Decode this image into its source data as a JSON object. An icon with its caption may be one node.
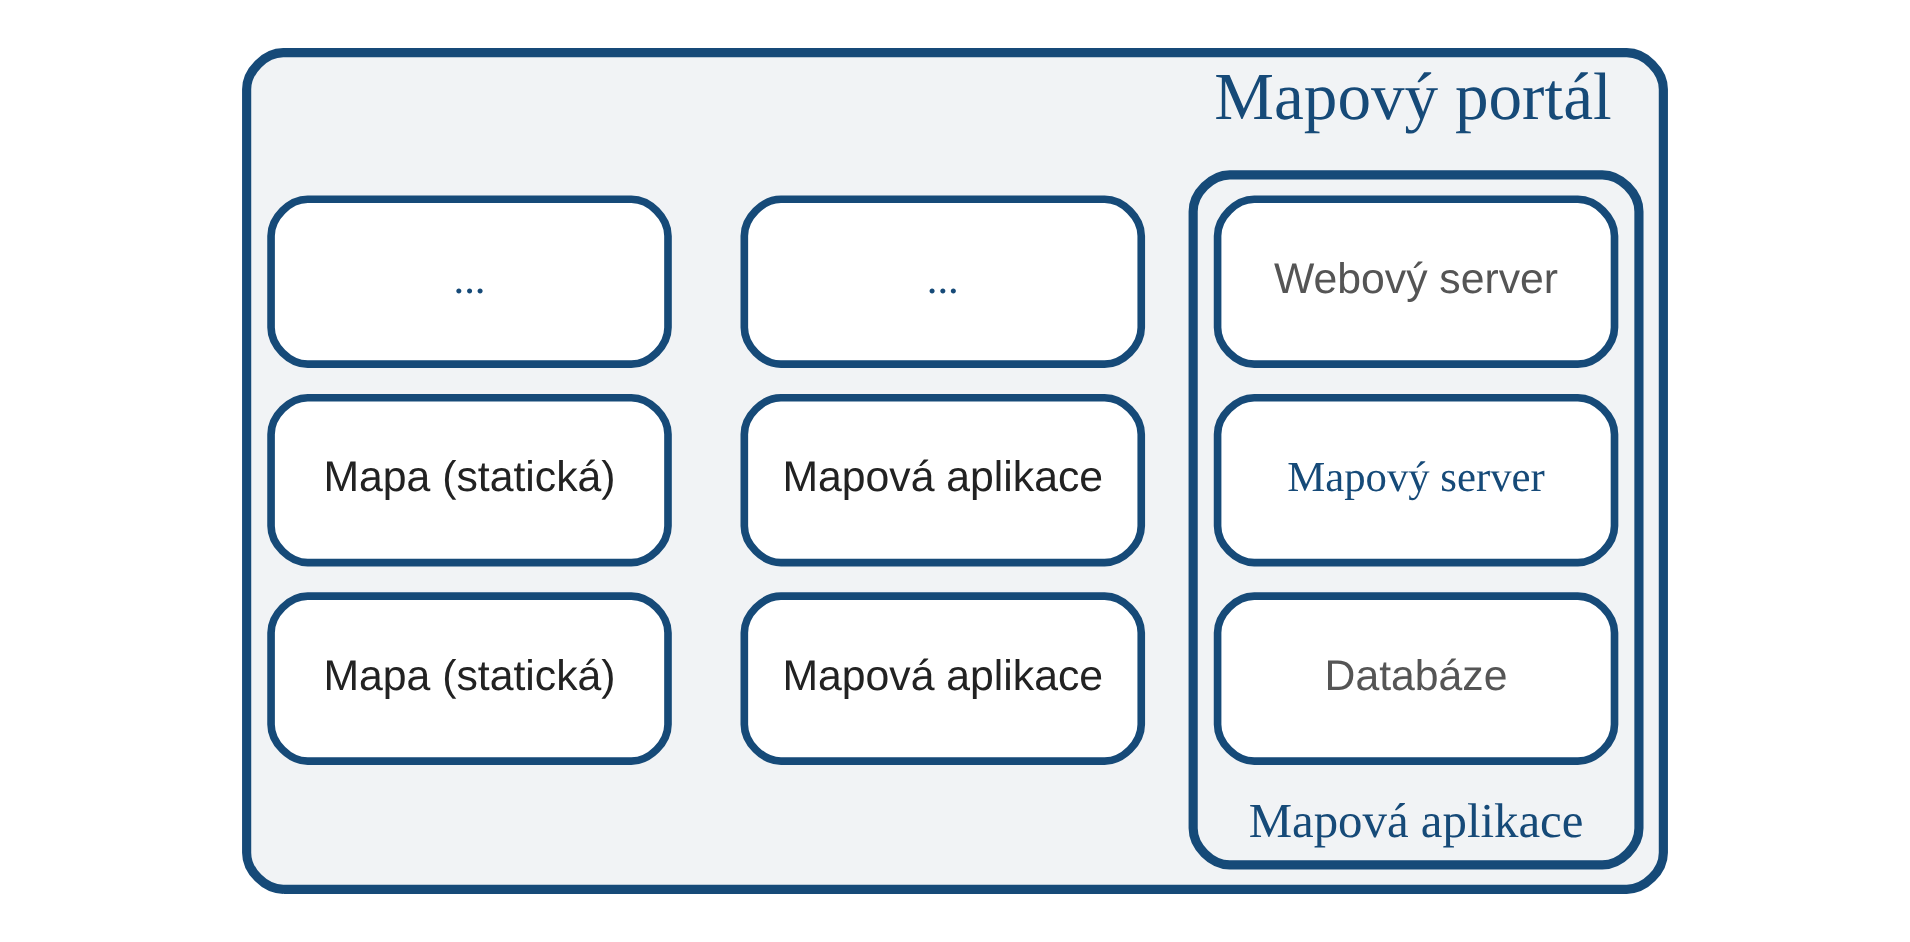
{
  "diagram": {
    "nodes": [
      {
        "text": [
          "Mapový portál"
        ]
      },
      {
        "text": [
          "Mapová aplikace"
        ],
        "in": 0
      },
      {
        "text": [
          "Webový server"
        ],
        "in": 1
      },
      {
        "text": [
          "Mapový server"
        ],
        "in": 1
      },
      {
        "text": [
          "Databáze"
        ],
        "in": 1
      },
      {
        "text": [
          "..."
        ],
        "in": 0
      },
      {
        "text": [
          "Mapová aplikace"
        ],
        "in": 0
      },
      {
        "text": [
          "Mapová aplikace"
        ],
        "in": 0
      },
      {
        "text": [
          "..."
        ],
        "in": 0
      },
      {
        "text": [
          "Mapa (statická)"
        ],
        "in": 0
      },
      {
        "text": [
          "Mapa (statická)"
        ],
        "in": 0
      }
    ]
  }
}
